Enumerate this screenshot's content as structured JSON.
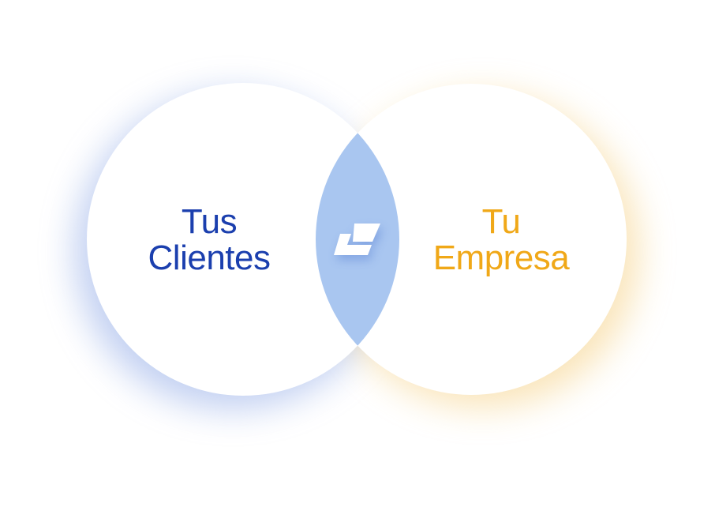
{
  "left_circle": {
    "line1": "Tus",
    "line2": "Clientes",
    "color": "#1b3fae",
    "glow": "#7f9de0"
  },
  "right_circle": {
    "line1": "Tu",
    "line2": "Empresa",
    "color": "#f0a818",
    "glow": "#f5cf7a"
  },
  "intersection": {
    "fill": "#a9c6f0",
    "icon": "brand-logo-icon"
  }
}
